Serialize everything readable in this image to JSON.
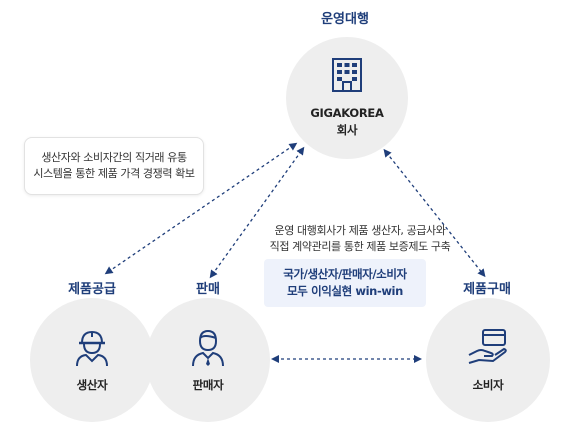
{
  "top": {
    "title": "운영대행",
    "company_name": "GIGAKOREA",
    "company_sub": "회사",
    "icon": "building-icon"
  },
  "left_note": {
    "line1": "생산자와 소비자간의 직거래 유통",
    "line2": "시스템을 통한 제품 가격 경쟁력 확보"
  },
  "center_desc": {
    "line1": "운영 대행회사가 제품 생산자, 공급사와",
    "line2": "직접 계약관리를 통한 제품 보증제도 구축"
  },
  "highlight": {
    "line1": "국가/생산자/판매자/소비자",
    "line2": "모두 이익실현 win-win"
  },
  "producer": {
    "title": "제품공급",
    "name": "생산자",
    "icon": "worker-helmet-icon"
  },
  "seller": {
    "title": "판매",
    "name": "판매자",
    "icon": "businessman-icon"
  },
  "consumer": {
    "title": "제품구매",
    "name": "소비자",
    "icon": "card-in-hand-icon"
  },
  "colors": {
    "accent": "#1f3e7a",
    "circle_bg": "#eeeeee",
    "highlight_bg": "#eef2fb"
  }
}
